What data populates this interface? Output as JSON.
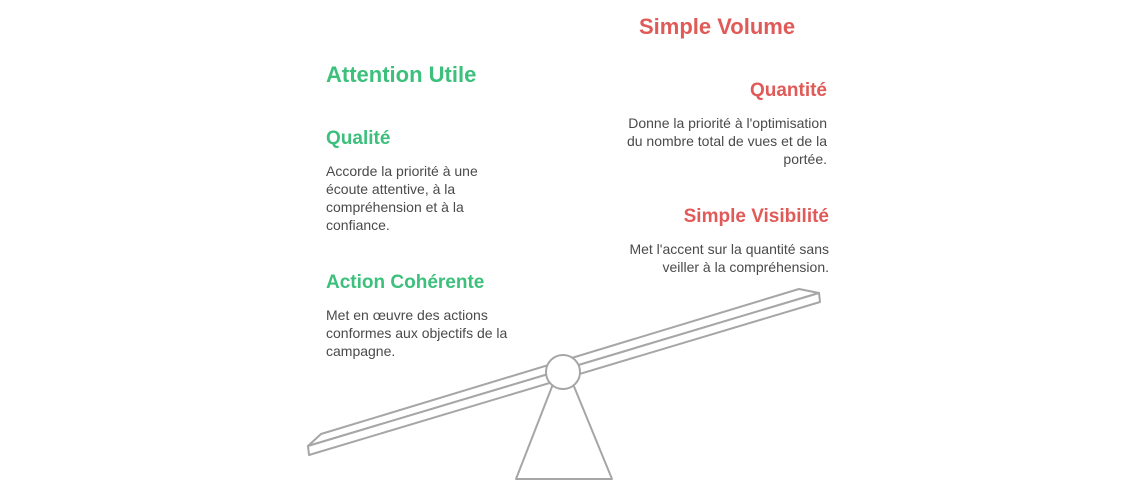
{
  "left": {
    "title": "Attention Utile",
    "items": [
      {
        "heading": "Qualité",
        "text": "Accorde la priorité à une écoute attentive, à la compréhension et à la confiance."
      },
      {
        "heading": "Action Cohérente",
        "text": "Met en œuvre des actions conformes aux objectifs de la campagne."
      }
    ]
  },
  "right": {
    "title": "Simple Volume",
    "items": [
      {
        "heading": "Quantité",
        "text": "Donne la priorité à l'optimisation du nombre total de vues et de la portée."
      },
      {
        "heading": "Simple Visibilité",
        "text": "Met l'accent sur la quantité sans veiller à la compréhension."
      }
    ]
  },
  "colors": {
    "left_accent": "#3cc07c",
    "right_accent": "#e05a58",
    "body_text": "#4a4a4a",
    "seesaw_stroke": "#a6a6a6"
  },
  "icons": {
    "seesaw": "seesaw-balance-icon"
  }
}
